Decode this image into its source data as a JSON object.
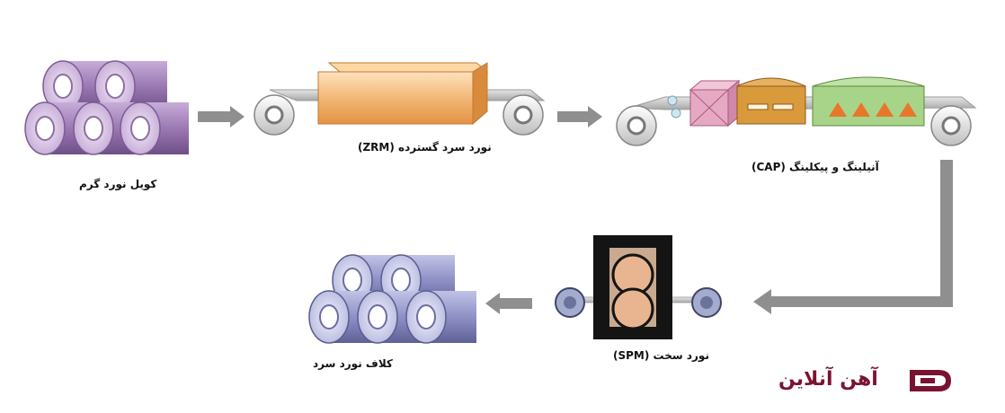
{
  "labels": {
    "hot_coil": "کویل نورد گرم",
    "zrm": "(ZRM) نورد سرد گسترده",
    "cap": "(CAP) آنیلینگ و پیکلینگ",
    "spm": "(SPM) نورد سخت",
    "cold_coil": "کلاف نورد سرد"
  },
  "brand": {
    "name": "آهن آنلاین"
  },
  "colors": {
    "hot_coil": "#b496c8",
    "cold_coil": "#a9abd6",
    "arrow": "#8f8f8f",
    "zrm_box": "#f0b878",
    "cap_pink": "#e6a9c3",
    "cap_orange": "#d99a3c",
    "cap_green": "#a8d48a",
    "spm_frame": "#141414",
    "spm_roll": "#e8b590",
    "brand": "#7a1330"
  }
}
